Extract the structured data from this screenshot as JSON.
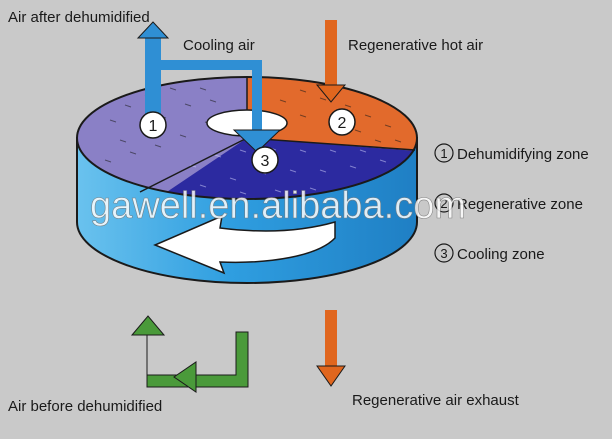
{
  "labels": {
    "air_after": "Air after dehumidified",
    "cooling_air": "Cooling air",
    "regen_hot_air": "Regenerative hot air",
    "air_before": "Air before dehumidified",
    "regen_exhaust": "Regenerative air exhaust"
  },
  "zones": [
    {
      "num": "1",
      "name": "Dehumidifying zone",
      "color": "#8a80c6"
    },
    {
      "num": "2",
      "name": "Regenerative zone",
      "color": "#e26a2c"
    },
    {
      "num": "3",
      "name": "Cooling zone",
      "color": "#2c2aa0"
    }
  ],
  "legend_marks": [
    "1",
    "2",
    "3"
  ],
  "watermark": "gawell.en.alibaba.com",
  "colors": {
    "background": "#c9c9c9",
    "cylinder_blue": "#3aa4e2",
    "arrow_blue": "#2f8fd4",
    "arrow_orange": "#e0661e",
    "arrow_green": "#4a9a3a"
  }
}
